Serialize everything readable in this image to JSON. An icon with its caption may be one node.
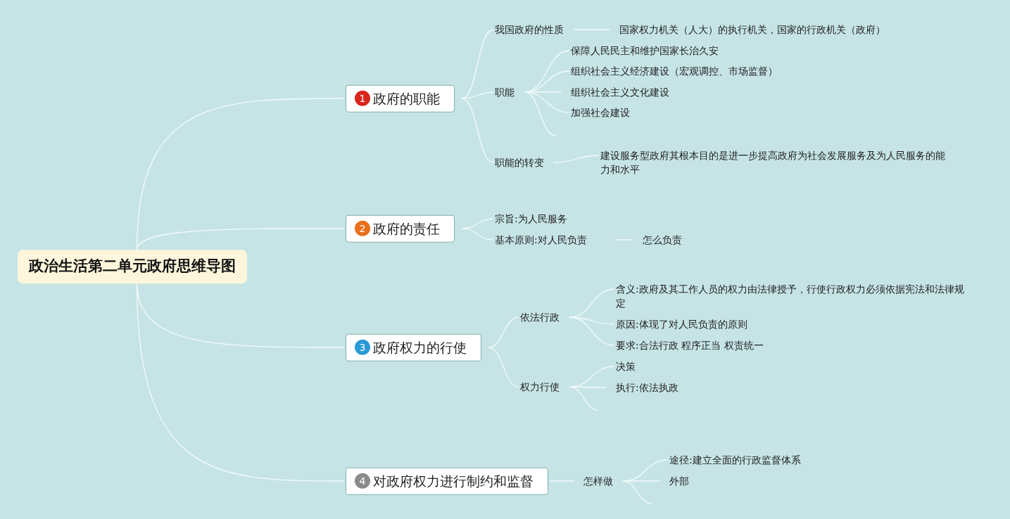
{
  "diagram": {
    "nodes": [
      {
        "text": [
          "政治生活第二单元政府思维导图"
        ]
      },
      {
        "text": [
          "1",
          "政府的职能"
        ]
      },
      {
        "text": [
          "我国政府的性质"
        ]
      },
      {
        "text": [
          "国家权力机关（人大）的执行机关，国家的行政机关（政府）"
        ]
      },
      {
        "text": [
          "职能"
        ]
      },
      {
        "text": [
          "保障人民民主和维护国家长治久安"
        ]
      },
      {
        "text": [
          "组织社会主义经济建设（宏观调控、市场监督）"
        ]
      },
      {
        "text": [
          "组织社会主义文化建设"
        ]
      },
      {
        "text": [
          "加强社会建设"
        ]
      },
      {
        "text": [
          "职能的转变"
        ]
      },
      {
        "text": [
          "建设服务型政府其根本目的是进一步提高政府为社会发展服务及为人民服务的能力和水平"
        ]
      },
      {
        "text": [
          "2",
          "政府的责任"
        ]
      },
      {
        "text": [
          "宗旨:为人民服务"
        ]
      },
      {
        "text": [
          "基本原则:对人民负责"
        ]
      },
      {
        "text": [
          "怎么负责"
        ]
      },
      {
        "text": [
          "3",
          "政府权力的行使"
        ]
      },
      {
        "text": [
          "依法行政"
        ]
      },
      {
        "text": [
          "含义:政府及其工作人员的权力由法律授予，行使行政权力必须依据宪法和法律规定"
        ]
      },
      {
        "text": [
          "原因:体现了对人民负责的原则"
        ]
      },
      {
        "text": [
          "要求:合法行政 程序正当 权责统一"
        ]
      },
      {
        "text": [
          "权力行使"
        ]
      },
      {
        "text": [
          "决策"
        ]
      },
      {
        "text": [
          "执行:依法执政"
        ]
      },
      {
        "text": [
          "4",
          "对政府权力进行制约和监督"
        ]
      },
      {
        "text": [
          "怎样做"
        ]
      },
      {
        "text": [
          "途径:建立全面的行政监督体系"
        ]
      },
      {
        "text": [
          "外部"
        ]
      }
    ],
    "edges": [
      {
        "from": 0,
        "to": 1,
        "arrow": "none"
      },
      {
        "from": 1,
        "to": 2,
        "arrow": "none"
      },
      {
        "from": 2,
        "to": 3,
        "arrow": "none"
      },
      {
        "from": 1,
        "to": 4,
        "arrow": "none"
      },
      {
        "from": 4,
        "to": 5,
        "arrow": "none"
      },
      {
        "from": 4,
        "to": 6,
        "arrow": "none"
      },
      {
        "from": 4,
        "to": 7,
        "arrow": "none"
      },
      {
        "from": 4,
        "to": 8,
        "arrow": "none"
      },
      {
        "from": 4,
        "to": null,
        "arrow": "none"
      },
      {
        "from": 1,
        "to": 9,
        "arrow": "none"
      },
      {
        "from": 9,
        "to": 10,
        "arrow": "none"
      },
      {
        "from": 0,
        "to": 11,
        "arrow": "none"
      },
      {
        "from": 11,
        "to": 12,
        "arrow": "none"
      },
      {
        "from": 11,
        "to": 13,
        "arrow": "none"
      },
      {
        "from": 13,
        "to": 14,
        "arrow": "none"
      },
      {
        "from": 0,
        "to": 15,
        "arrow": "none"
      },
      {
        "from": 15,
        "to": 16,
        "arrow": "none"
      },
      {
        "from": 16,
        "to": 17,
        "arrow": "none"
      },
      {
        "from": 16,
        "to": 18,
        "arrow": "none"
      },
      {
        "from": 16,
        "to": 19,
        "arrow": "none"
      },
      {
        "from": 15,
        "to": 20,
        "arrow": "none"
      },
      {
        "from": 20,
        "to": 21,
        "arrow": "none"
      },
      {
        "from": 20,
        "to": 22,
        "arrow": "none"
      },
      {
        "from": 20,
        "to": null,
        "arrow": "none"
      },
      {
        "from": 0,
        "to": 23,
        "arrow": "none"
      },
      {
        "from": 23,
        "to": 24,
        "arrow": "none"
      },
      {
        "from": 24,
        "to": 25,
        "arrow": "none"
      },
      {
        "from": 24,
        "to": 26,
        "arrow": "none"
      },
      {
        "from": 24,
        "to": null,
        "arrow": "none"
      }
    ]
  }
}
